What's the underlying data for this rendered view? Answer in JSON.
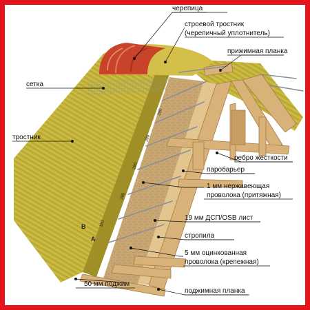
{
  "colors": {
    "frame": "#e4141b",
    "thatch": "#c3b23a",
    "thatch_dark": "#8d7e1f",
    "tile": "#c8432a",
    "wood": "#d9b27a",
    "wood_dark": "#a97b45",
    "osb": "#c9a774",
    "mesh": "#9aa3a3"
  },
  "labels": {
    "tile": "черепица",
    "reed_ridge_line1": "строевой тростник",
    "reed_ridge_line2": "(черепичный уплотнитель)",
    "clamp_bar": "прижимная планка",
    "mesh": "сетка",
    "reed": "тростник",
    "rib": "ребро жесткости",
    "vapor_barrier": "паробарьер",
    "wire_ss_line1": "1 мм нержавеющая",
    "wire_ss_line2": "проволока (притяжная)",
    "osb": "19 мм ДСП/OSB лист",
    "rafter": "стропила",
    "wire_galv_line1": "5 мм оцинкованная",
    "wire_galv_line2": "проволока (крепежная)",
    "clamp_bar_bottom": "поджимная планка",
    "bottom_press": "50 мм поджим"
  },
  "markers": {
    "a": "A",
    "b": "B"
  },
  "dimensions": [
    "150",
    "280",
    "280",
    "280",
    "280"
  ]
}
